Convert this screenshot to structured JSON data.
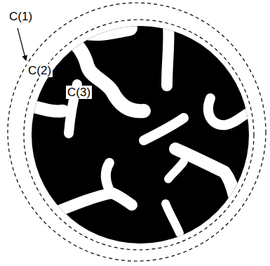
{
  "diagram": {
    "labels": [
      "C(1)",
      "C(2)",
      "C(3)"
    ]
  }
}
